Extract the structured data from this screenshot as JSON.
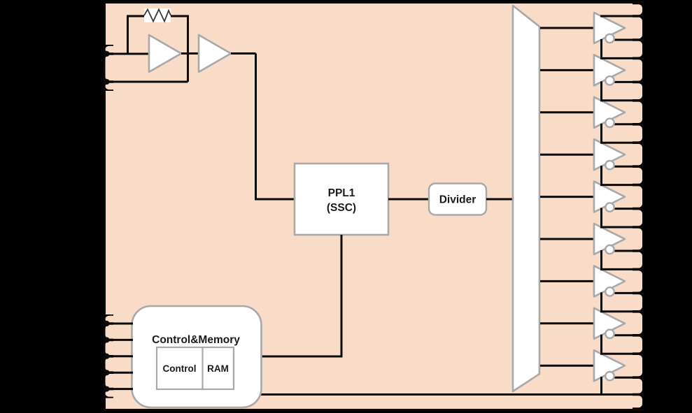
{
  "colors": {
    "background": "#000000",
    "chip_fill": "#f9dcc8",
    "wire": "#0a0a0a",
    "outline_gray": "#a8a8a8",
    "block_fill": "#ffffff",
    "text": "#1a1a1a"
  },
  "blocks": {
    "pll": {
      "label_line1": "PPL1",
      "label_line2": "(SSC)"
    },
    "divider": {
      "label": "Divider"
    },
    "control_memory": {
      "title": "Control&Memory",
      "cells": [
        {
          "label": "Control"
        },
        {
          "label": "RAM"
        }
      ]
    }
  },
  "icons": {
    "resistor": "resistor-zigzag-icon",
    "amplifier": "amplifier-triangle-icon",
    "mux": "mux-trapezoid-icon",
    "output_buffer": "inverting-differential-buffer-icon"
  },
  "output_buffers": {
    "count": 9
  },
  "pins": {
    "xtal_left_count": 2,
    "control_left_count": 5,
    "right_output_count": 19
  }
}
